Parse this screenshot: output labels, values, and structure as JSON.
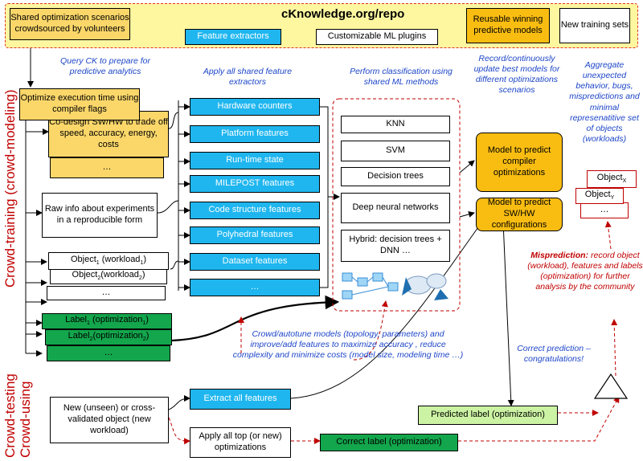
{
  "top_banner": {
    "title": "cKnowledge.org/repo",
    "shared_scenarios": "Shared optimization scenarios crowdsourced by volunteers",
    "feature_extractors": "Feature extractors",
    "ml_plugins": "Customizable ML plugins",
    "winning_models": "Reusable winning predictive models",
    "training_sets": "New training sets"
  },
  "notes": {
    "query_ck": "Query CK to prepare for predictive analytics",
    "apply_extractors": "Apply all shared feature extractors",
    "perform_classification": "Perform classification using shared ML methods",
    "record_models": "Record/continuously update best models for different optimizations scenarios",
    "aggregate": "Aggregate unexpected behavior, bugs, mispredictions and minimal represenatitive set of objects (workloads)",
    "crowd_tune": "Crowd/autotune models (topology, parameters) and improve/add features to maximize accuracy , reduce complexity and minimize costs (model size, modeling time …)",
    "correct_prediction": "Correct prediction – congratulations!",
    "misprediction_bold": "Misprediction:",
    "misprediction_rest": "record object (workload), features and labels (optimization) for further analysis by the community"
  },
  "scenarios": {
    "optimize": "Optimize execution time using compiler flags",
    "codesign": "Co-design SW/HW to trade off speed, accuracy, energy, costs",
    "more": "…"
  },
  "raw_info": "Raw info about experiments in a reproducible form",
  "objects": {
    "o1_base": "Object",
    "o1_sub": "1",
    "o1_mid": " (workload",
    "o1_sub2": "1",
    "o1_end": ")",
    "o2_base": "Object",
    "o2_sub": "2",
    "o2_mid": "(workload",
    "o2_sub2": "2",
    "o2_end": ")",
    "more": "…"
  },
  "labels": {
    "l1_base": "Label",
    "l1_sub": "1",
    "l1_mid": " (optimization",
    "l1_sub2": "1",
    "l1_end": ")",
    "l2_base": "Label",
    "l2_sub": "2",
    "l2_mid": "(optimization",
    "l2_sub2": "2",
    "l2_end": ")",
    "more": "…"
  },
  "features": [
    "Hardware counters",
    "Platform features",
    "Run-time state",
    "MILEPOST features",
    "Code structure features",
    "Polyhedral features",
    "Dataset features",
    "…"
  ],
  "ml_methods": [
    "KNN",
    "SVM",
    "Decision trees",
    "Deep neural networks",
    "Hybrid: decision trees + DNN …"
  ],
  "models": {
    "compiler": "Model to predict compiler optimizations",
    "swhw": "Model to predict SW/HW configurations"
  },
  "agg_objects": {
    "x_base": "Object",
    "x_sub": "X",
    "y_base": "Object",
    "y_sub": "Y",
    "more": "…"
  },
  "bottom": {
    "new_object": "New (unseen) or cross-validated object (new workload)",
    "extract_all": "Extract all features",
    "apply_all": "Apply all top (or new) optimizations",
    "correct_label": "Correct label (optimization)",
    "predicted_label": "Predicted label (optimization)"
  },
  "side_labels": {
    "training": "Crowd-training (crowd-modeling)",
    "testing": "Crowd-testing",
    "using": "Crowd-using"
  },
  "colors": {
    "banner_bg": "#fef7a0",
    "banner_border": "#e0302c",
    "yellow": "#fbd76a",
    "orange": "#f9bd12",
    "blue": "#1fb6ef",
    "green": "#13a64c",
    "light_green": "#ccf3a3",
    "note_blue": "#1c45c8",
    "note_red": "#c00000"
  }
}
